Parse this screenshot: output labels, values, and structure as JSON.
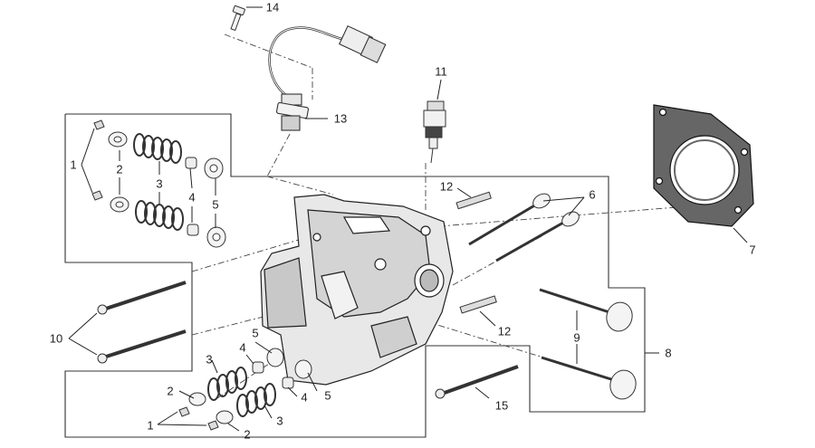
{
  "diagram": {
    "callouts": [
      {
        "id": "c14",
        "text": "14"
      },
      {
        "id": "c13",
        "text": "13"
      },
      {
        "id": "c11",
        "text": "11"
      },
      {
        "id": "c12a",
        "text": "12"
      },
      {
        "id": "c6",
        "text": "6"
      },
      {
        "id": "c7",
        "text": "7"
      },
      {
        "id": "c1a",
        "text": "1"
      },
      {
        "id": "c2a",
        "text": "2"
      },
      {
        "id": "c3a",
        "text": "3"
      },
      {
        "id": "c4a",
        "text": "4"
      },
      {
        "id": "c5a",
        "text": "5"
      },
      {
        "id": "c10",
        "text": "10"
      },
      {
        "id": "c12b",
        "text": "12"
      },
      {
        "id": "c9",
        "text": "9"
      },
      {
        "id": "c8",
        "text": "8"
      },
      {
        "id": "c3b",
        "text": "3"
      },
      {
        "id": "c4b",
        "text": "4"
      },
      {
        "id": "c5b",
        "text": "5"
      },
      {
        "id": "c2b",
        "text": "2"
      },
      {
        "id": "c5c",
        "text": "5"
      },
      {
        "id": "c4c",
        "text": "4"
      },
      {
        "id": "c1b",
        "text": "1"
      },
      {
        "id": "c2c",
        "text": "2"
      },
      {
        "id": "c3c",
        "text": "3"
      },
      {
        "id": "c15",
        "text": "15"
      }
    ]
  }
}
